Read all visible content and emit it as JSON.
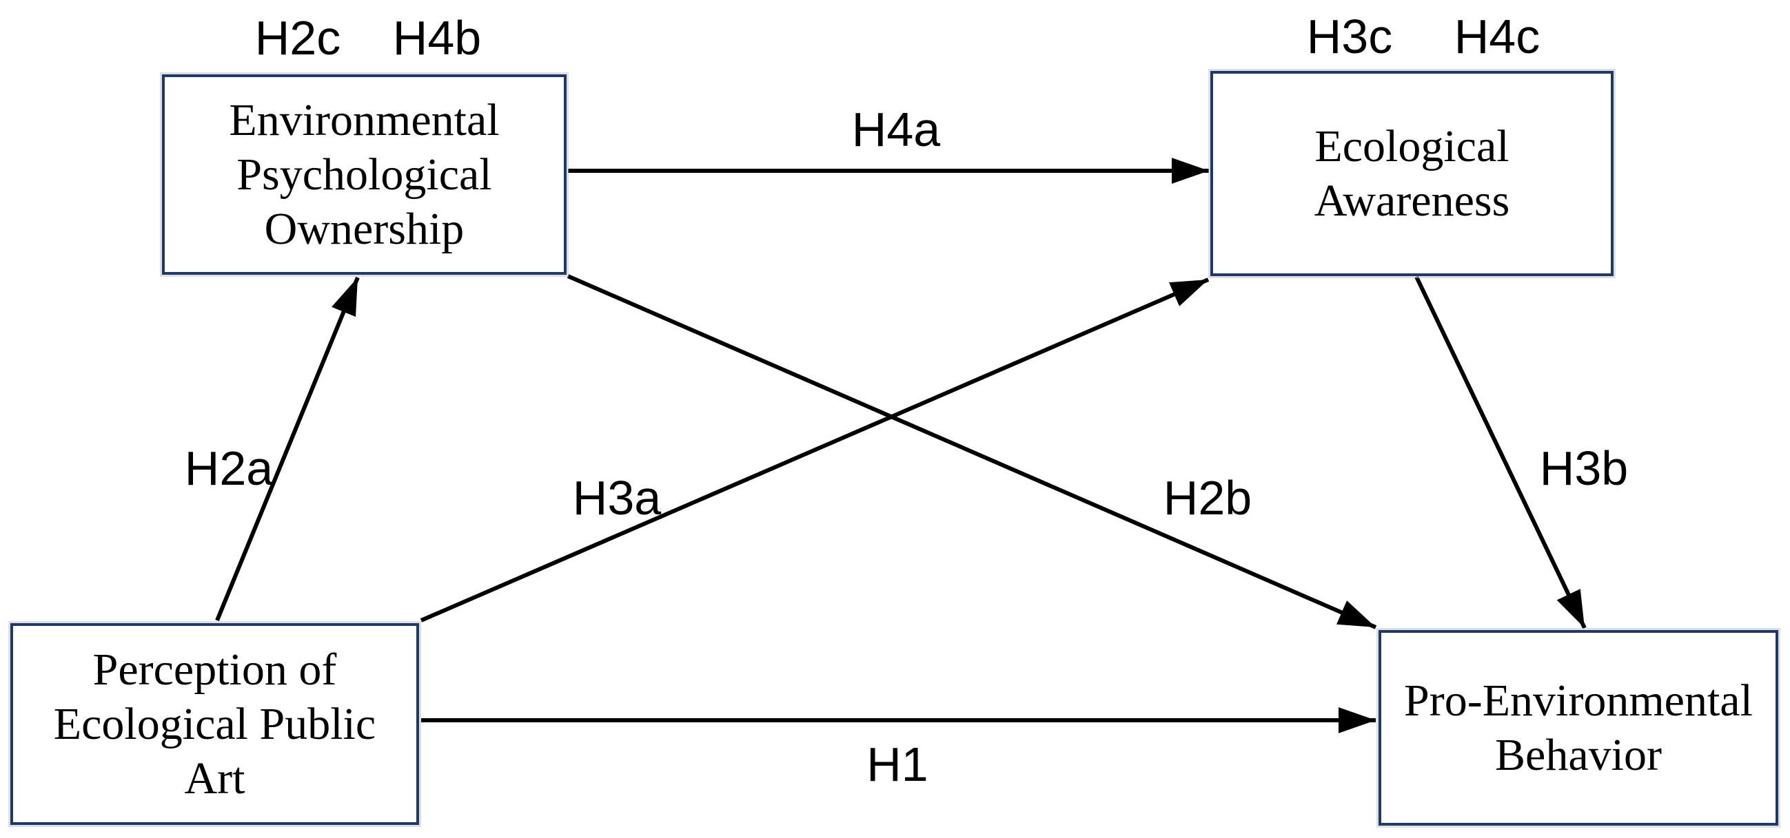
{
  "figure": {
    "type": "hypothesis-path-model",
    "background_color": "#ffffff",
    "box_border_color": "#1f3864",
    "arrow_color": "#000000",
    "text_color": "#000000"
  },
  "nodes": {
    "epo": {
      "label": "Environmental Psychological Ownership",
      "lines": [
        "Environmental",
        "Psychological",
        "Ownership"
      ],
      "tags": [
        "H2c",
        "H4b"
      ]
    },
    "ea": {
      "label": "Ecological Awareness",
      "lines": [
        "Ecological",
        "Awareness"
      ],
      "tags": [
        "H3c",
        "H4c"
      ]
    },
    "pepa": {
      "label": "Perception of Ecological Public Art",
      "lines": [
        "Perception of",
        "Ecological Public",
        "Art"
      ],
      "tags": []
    },
    "peb": {
      "label": "Pro-Environmental Behavior",
      "lines": [
        "Pro-Environmental",
        "Behavior"
      ],
      "tags": []
    }
  },
  "edges": [
    {
      "label": "H1",
      "from": "Perception of Ecological Public Art",
      "to": "Pro-Environmental Behavior"
    },
    {
      "label": "H2a",
      "from": "Perception of Ecological Public Art",
      "to": "Environmental Psychological Ownership"
    },
    {
      "label": "H2b",
      "from": "Environmental Psychological Ownership",
      "to": "Pro-Environmental Behavior"
    },
    {
      "label": "H3a",
      "from": "Perception of Ecological Public Art",
      "to": "Ecological Awareness"
    },
    {
      "label": "H3b",
      "from": "Ecological Awareness",
      "to": "Pro-Environmental Behavior"
    },
    {
      "label": "H4a",
      "from": "Environmental Psychological Ownership",
      "to": "Ecological Awareness"
    }
  ]
}
